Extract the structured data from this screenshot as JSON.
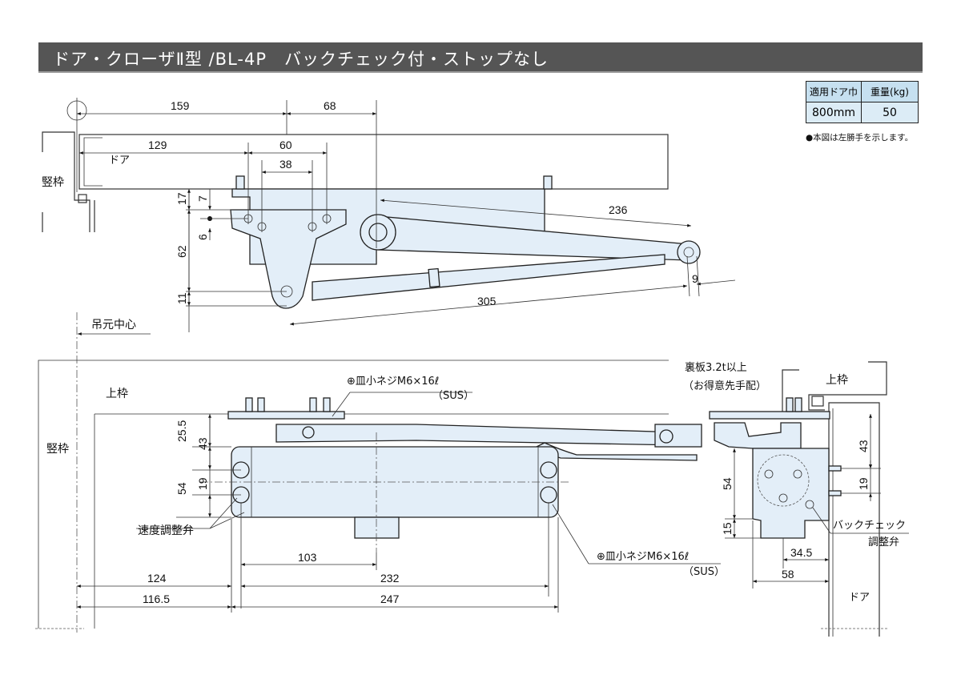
{
  "title": "ドア・クローザⅡ型 /BL-4P　バックチェック付・ストップなし",
  "spec_table": {
    "headers": [
      "適用ドア巾",
      "重量(kg)"
    ],
    "values": [
      "800mm",
      "50"
    ],
    "note": "●本図は左勝手を示します。"
  },
  "colors": {
    "title_bg": "#555555",
    "part_fill": "#e3eef8",
    "table_header": "#c6e0f0"
  },
  "top_view": {
    "labels": {
      "frame": "竪枠",
      "door": "ドア",
      "pivot_center": "吊元中心"
    },
    "dimensions": {
      "d159": "159",
      "d68": "68",
      "d129": "129",
      "d60": "60",
      "d38": "38",
      "d17": "17",
      "d7": "7",
      "d6": "6",
      "d62": "62",
      "d11": "11",
      "d236": "236",
      "d305": "305",
      "d9": "9"
    }
  },
  "front_view": {
    "labels": {
      "top_frame": "上枠",
      "side_frame": "竪枠",
      "speed_valve": "速度調整弁",
      "screw_top_1": "⊕皿小ネジM6×16ℓ",
      "screw_top_2": "（SUS）",
      "screw_bottom_1": "⊕皿小ネジM6×16ℓ",
      "screw_bottom_2": "（SUS）"
    },
    "dimensions": {
      "d25_5": "25.5",
      "d43": "43",
      "d19": "19",
      "d54": "54",
      "d103": "103",
      "d124": "124",
      "d232": "232",
      "d116_5": "116.5",
      "d247": "247"
    }
  },
  "side_view": {
    "labels": {
      "backplate_1": "裏板3.2t以上",
      "backplate_2": "（お得意先手配）",
      "top_frame": "上枠",
      "backcheck_1": "バックチェック",
      "backcheck_2": "調整弁",
      "door": "ドア"
    },
    "dimensions": {
      "d43": "43",
      "d19": "19",
      "d54": "54",
      "d15": "15",
      "d34_5": "34.5",
      "d58": "58"
    }
  }
}
